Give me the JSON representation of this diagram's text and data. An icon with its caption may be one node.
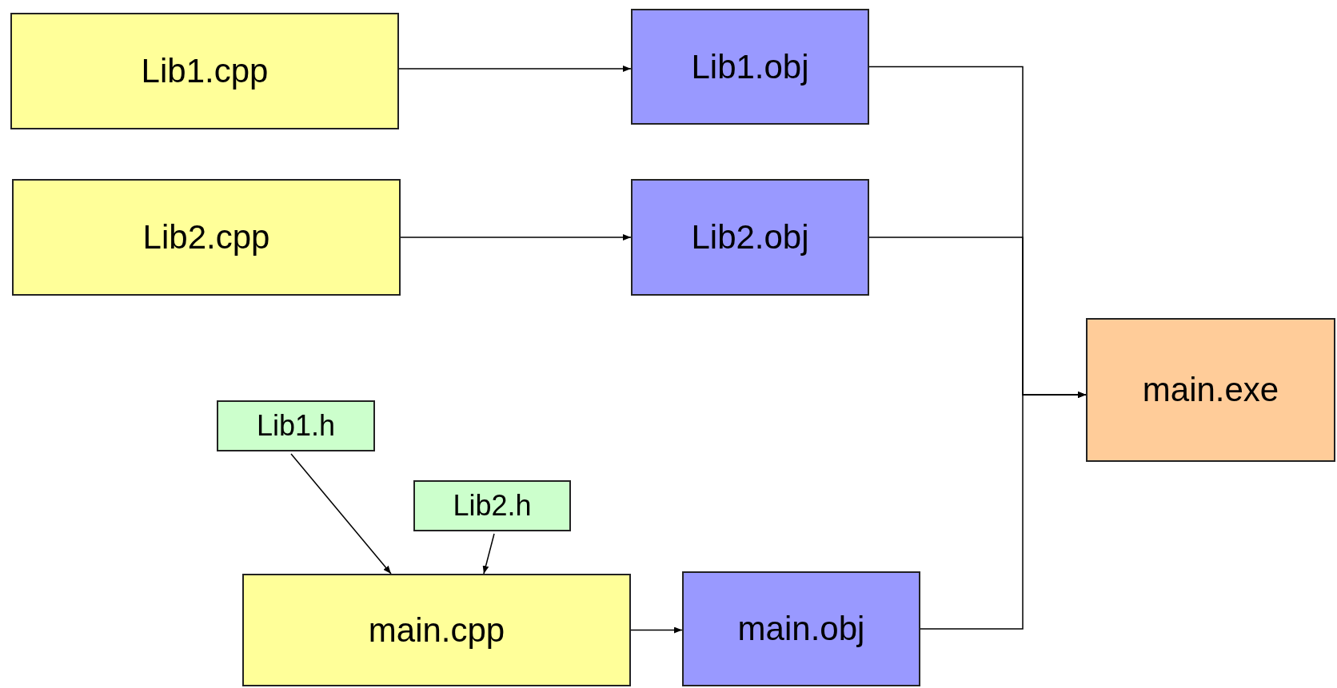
{
  "diagram": {
    "nodes": [
      {
        "text": [
          "Lib1.cpp"
        ]
      },
      {
        "text": [
          "Lib1.obj"
        ]
      },
      {
        "text": [
          "Lib2.cpp"
        ]
      },
      {
        "text": [
          "Lib2.obj"
        ]
      },
      {
        "text": [
          "main.exe"
        ]
      },
      {
        "text": [
          "Lib1.h"
        ]
      },
      {
        "text": [
          "Lib2.h"
        ]
      },
      {
        "text": [
          "main.cpp"
        ]
      },
      {
        "text": [
          "main.obj"
        ]
      }
    ],
    "edges": [
      {
        "from": 0,
        "to": 1,
        "arrow": "to"
      },
      {
        "from": 2,
        "to": 3,
        "arrow": "to"
      },
      {
        "from": 5,
        "to": 7,
        "arrow": "to"
      },
      {
        "from": 6,
        "to": 7,
        "arrow": "to"
      },
      {
        "from": 7,
        "to": 8,
        "arrow": "to"
      },
      {
        "from": 1,
        "to": 4,
        "arrow": "to"
      },
      {
        "from": 3,
        "to": 4,
        "arrow": "to"
      },
      {
        "from": 8,
        "to": 4,
        "arrow": "to"
      }
    ]
  }
}
